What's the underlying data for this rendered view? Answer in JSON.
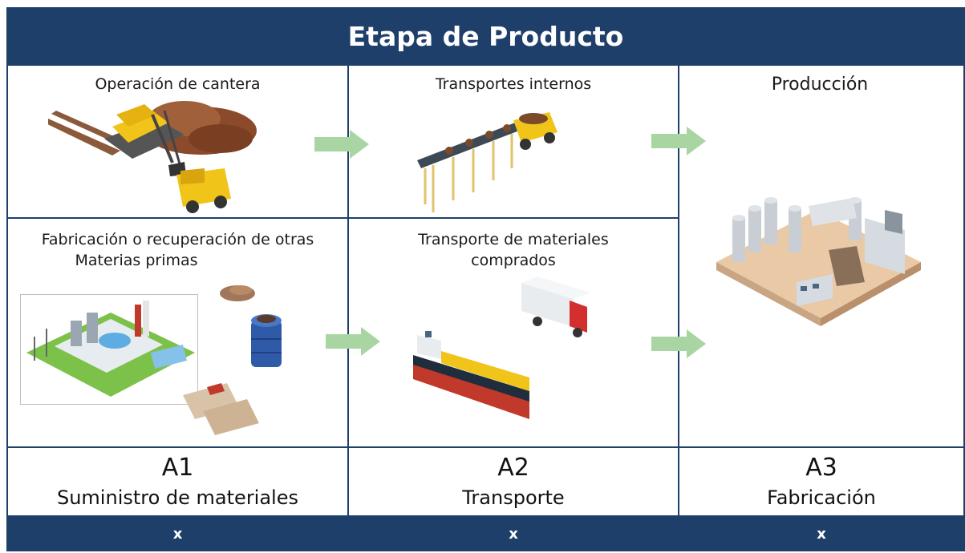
{
  "header": {
    "title": "Etapa de Producto"
  },
  "cells": {
    "quarry": {
      "label": "Operación de cantera",
      "icon": "quarry-excavator-icon"
    },
    "internal_transport": {
      "label": "Transportes internos",
      "icon": "conveyor-dumptruck-icon"
    },
    "production": {
      "label": "Producción",
      "icon": "concrete-plant-icon"
    },
    "raw_materials": {
      "label_line1": "Fabricación o recuperación de otras",
      "label_line2": "Materias primas",
      "icon": "industrial-plant-icon"
    },
    "purchased_transport": {
      "label_line1": "Transporte de materiales",
      "label_line2": "comprados",
      "icon": "ship-truck-icon"
    }
  },
  "modules": [
    {
      "code": "A1",
      "name": "Suministro de materiales",
      "mark": "x"
    },
    {
      "code": "A2",
      "name": "Transporte",
      "mark": "x"
    },
    {
      "code": "A3",
      "name": "Fabricación",
      "mark": "x"
    }
  ],
  "colors": {
    "header": "#1f3f6b",
    "arrow": "#a8d5a2",
    "grid": "#1f3f6b"
  }
}
